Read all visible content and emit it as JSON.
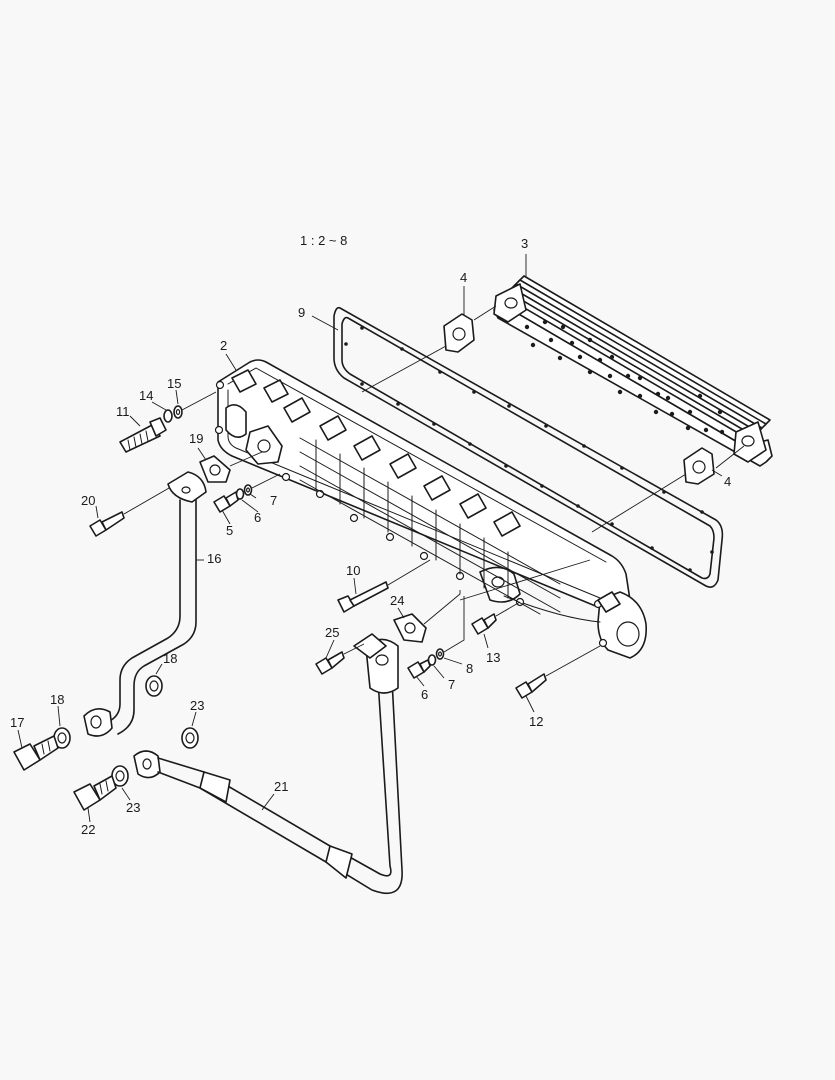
{
  "scale_note": "1 : 2 ~ 8",
  "callouts": {
    "c3": "3",
    "c4a": "4",
    "c4b": "4",
    "c9": "9",
    "c2": "2",
    "c15": "15",
    "c14": "14",
    "c11": "11",
    "c19": "19",
    "c7a": "7",
    "c6a": "6",
    "c5": "5",
    "c20": "20",
    "c16": "16",
    "c10": "10",
    "c24": "24",
    "c13": "13",
    "c25": "25",
    "c6b": "6",
    "c7b": "7",
    "c8": "8",
    "c12": "12",
    "c18a": "18",
    "c18b": "18",
    "c17": "17",
    "c23a": "23",
    "c21": "21",
    "c22": "22",
    "c23b": "23"
  }
}
